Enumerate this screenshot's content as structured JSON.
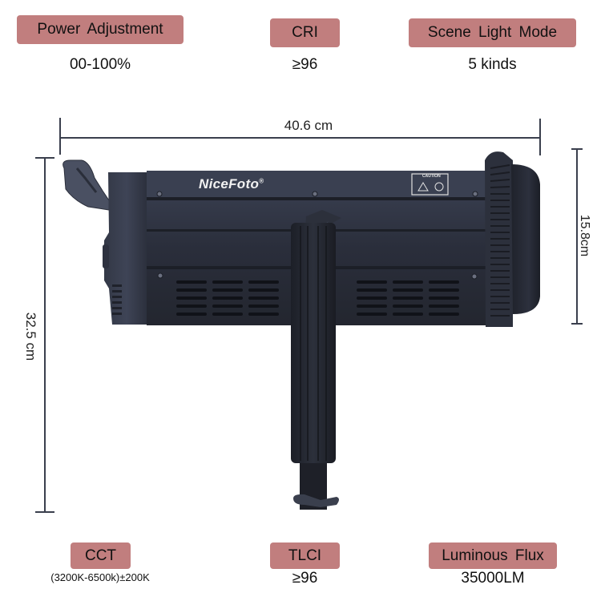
{
  "specs_top": [
    {
      "label": "Power  Adjustment",
      "value": "00-100%"
    },
    {
      "label": "CRI",
      "value": "≥96"
    },
    {
      "label": "Scene  Light  Mode",
      "value": "5 kinds"
    }
  ],
  "specs_bottom": [
    {
      "label": "CCT",
      "value": "(3200K-6500k)±200K"
    },
    {
      "label": "TLCI",
      "value": "≥96"
    },
    {
      "label": "Luminous Flux",
      "value": "35000LM"
    }
  ],
  "dimensions": {
    "width": "40.6 cm",
    "height": "32.5 cm",
    "head_height": "15.8cm"
  },
  "product": {
    "brand": "NiceFoto",
    "brand_mark": "®",
    "caution_label": "CAUTION"
  },
  "colors": {
    "badge_bg": "#c17e7e",
    "body_dark": "#2b2f3d",
    "dim_line": "#3a3f4d"
  }
}
